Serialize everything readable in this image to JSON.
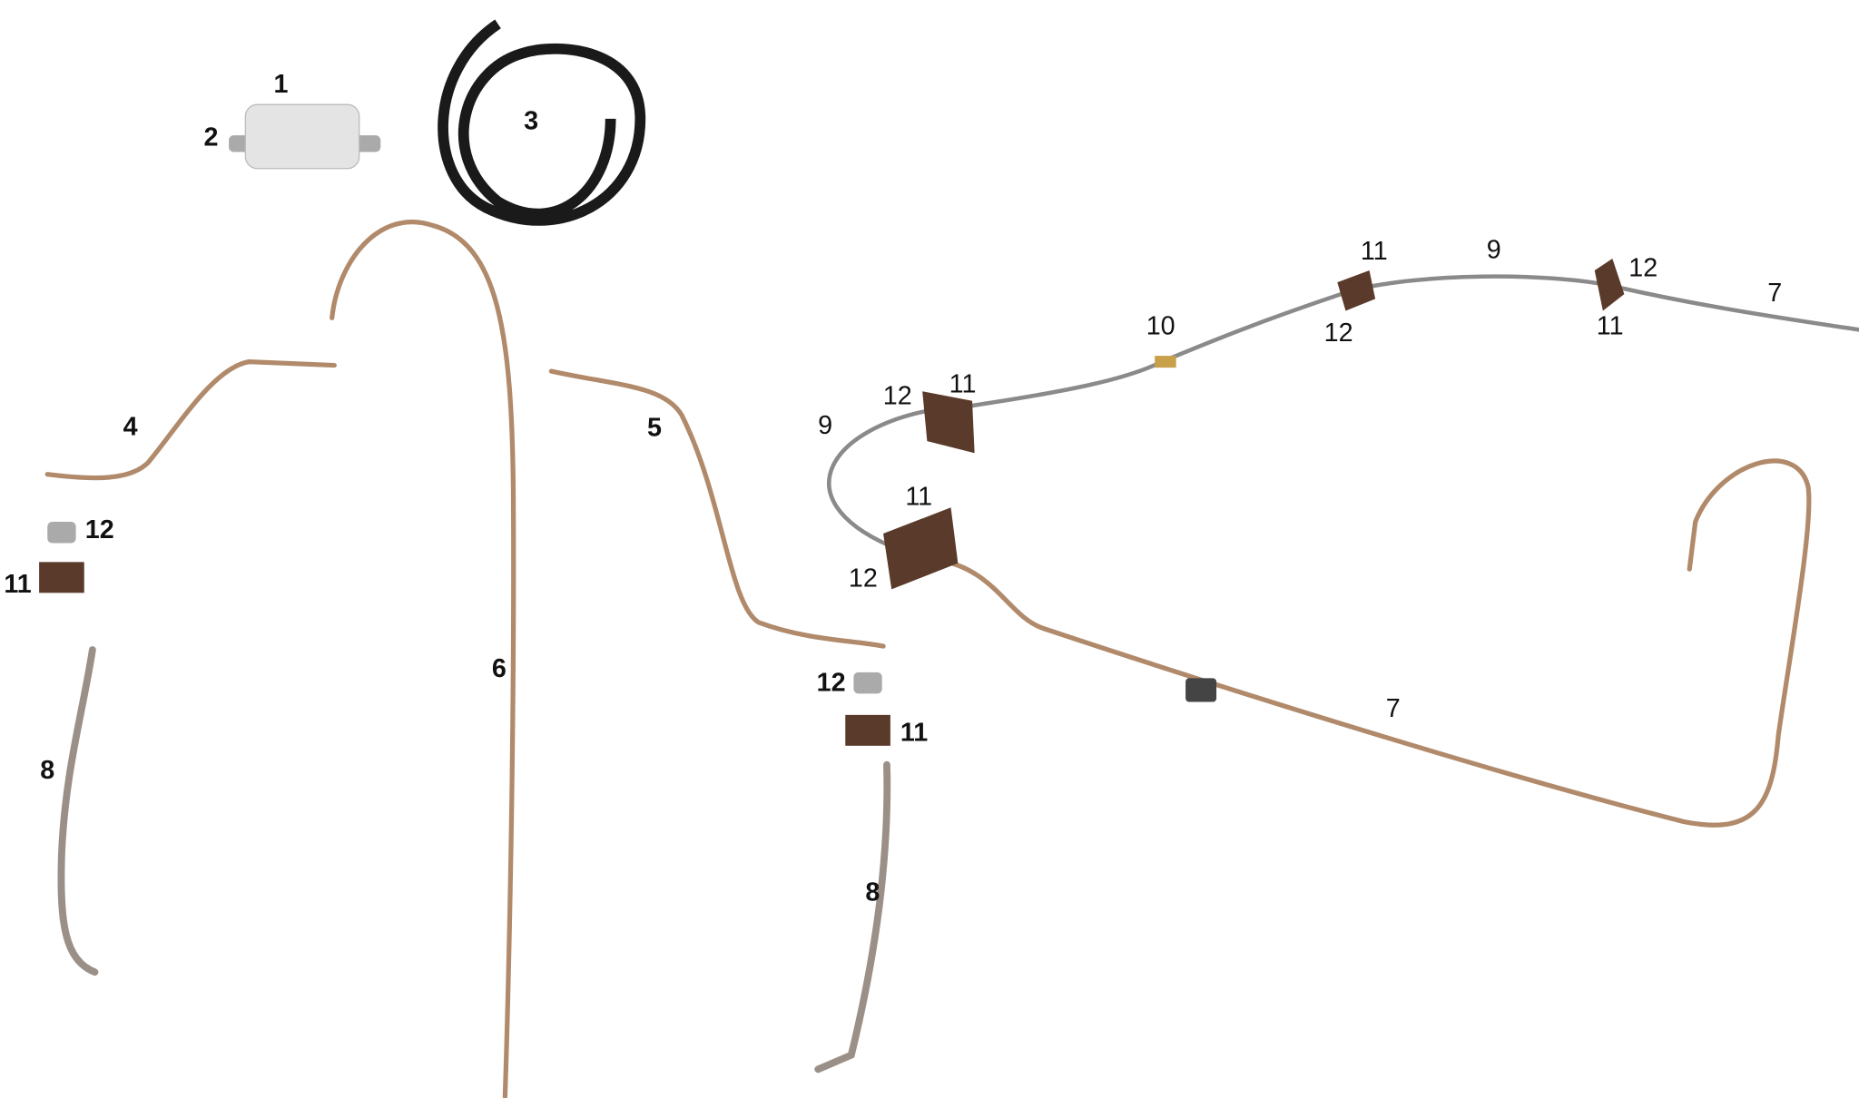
{
  "labels": [
    "1",
    "2",
    "3",
    "4",
    "5",
    "6",
    "7",
    "7",
    "8",
    "8",
    "9",
    "9",
    "10",
    "11",
    "12",
    "11",
    "12",
    "11",
    "12",
    "12",
    "11",
    "12",
    "11",
    "12",
    "11"
  ],
  "colors": {
    "copper": "#b08a6a",
    "steel": "#8a8a8a",
    "hose": "#1a1a1a",
    "pad": "#5a3a2a",
    "label": "#111111"
  }
}
